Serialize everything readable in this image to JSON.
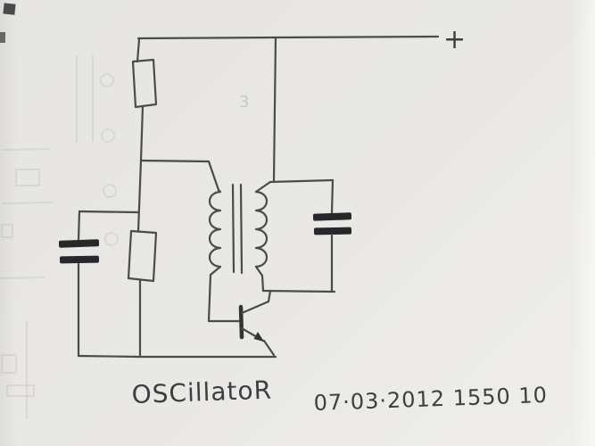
{
  "page": {
    "description": "Hand-drawn pencil schematic of a blocking oscillator circuit on scanned paper"
  },
  "colors": {
    "paper": "#e8e7e3",
    "ink": "#4b4b4e",
    "ink_dark": "#28282b",
    "ghost_bleedthrough": "#cfcfc8",
    "text": "#3e3e42"
  },
  "schematic": {
    "plus_label": "+",
    "faint_mark": "3",
    "components": [
      {
        "name": "resistor-1",
        "type": "resistor",
        "position": "top-left"
      },
      {
        "name": "resistor-2",
        "type": "resistor",
        "position": "mid-left"
      },
      {
        "name": "capacitor-1",
        "type": "capacitor",
        "position": "far-left"
      },
      {
        "name": "capacitor-2",
        "type": "capacitor",
        "position": "right"
      },
      {
        "name": "transformer",
        "type": "transformer-two-windings-with-core",
        "position": "center"
      },
      {
        "name": "transistor",
        "type": "npn-transistor",
        "position": "bottom-center"
      }
    ]
  },
  "captions": {
    "title": "OSCillatoR",
    "date_note": "07·03·2012 1550 10"
  }
}
